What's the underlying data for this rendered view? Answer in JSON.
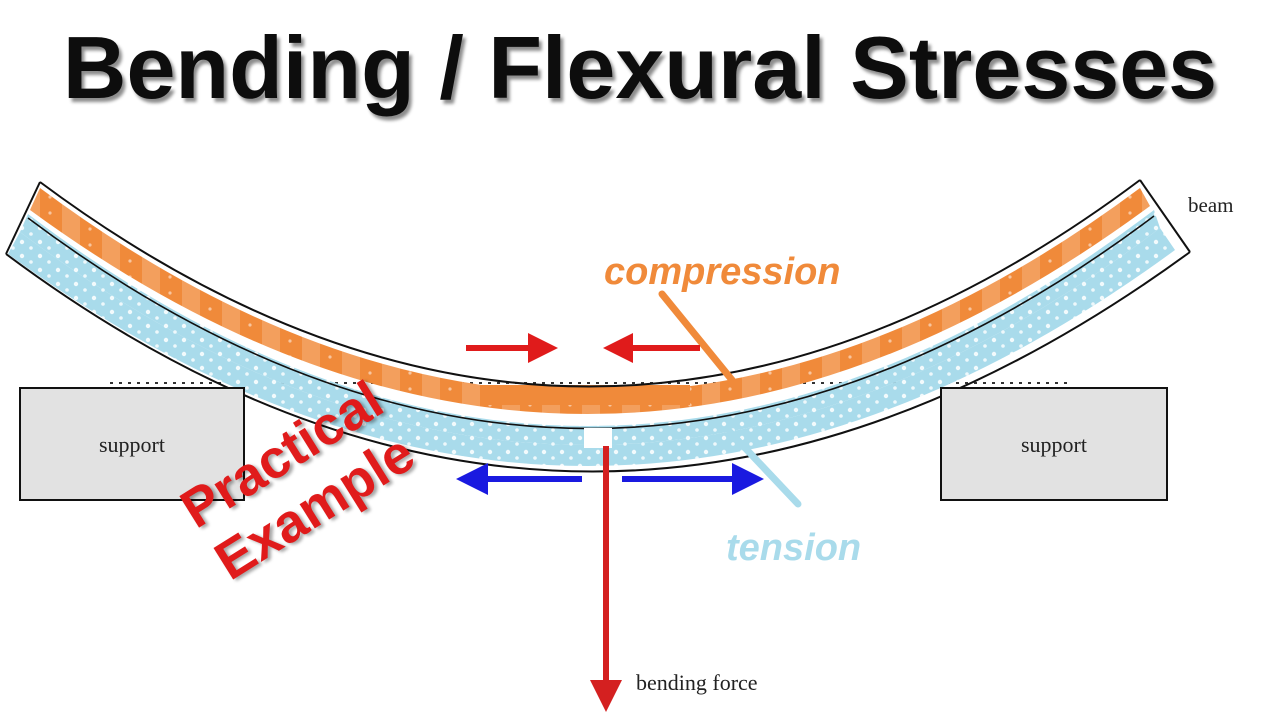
{
  "title": "Bending / Flexural Stresses",
  "labels": {
    "beam": "beam",
    "support_left": "support",
    "support_right": "support",
    "compression": "compression",
    "tension": "tension",
    "bending_force": "bending force"
  },
  "overlay": {
    "line1": "Practical",
    "line2": "Example"
  },
  "colors": {
    "compression": "#f08a3a",
    "tension": "#a9dbeb",
    "inner_arrows": "#e01b1b",
    "outer_arrows": "#1a1ae0",
    "force_arrow": "#d42020",
    "overlay_text": "#e01b1b",
    "support_fill": "#e2e2e2"
  }
}
